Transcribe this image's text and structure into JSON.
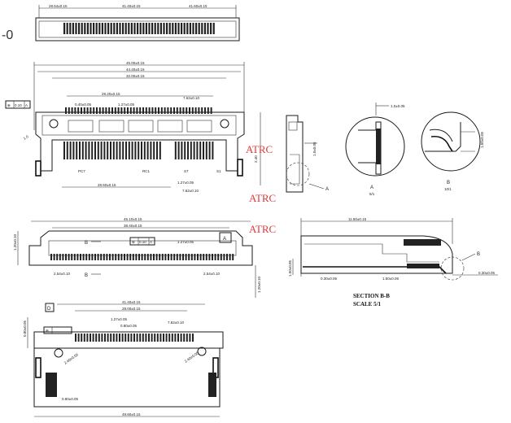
{
  "page_fragment": "-0",
  "views": {
    "top_view": {
      "dims": [
        "41.40±0.15",
        "28.54±0.15",
        "41.60±0.15"
      ]
    },
    "front_view": {
      "dims_top": [
        "45.00±0.15",
        "44.40±0.15",
        "32.00±0.15"
      ],
      "dims_inner": [
        "29.20±0.15",
        "0.40±0.05",
        "1.27±0.05",
        "7.62±0.10"
      ],
      "datum_label": "A",
      "datum_box": "0.10",
      "pin_labels": [
        "PC7",
        "RC1",
        "S7",
        "S1"
      ],
      "dims_bottom": [
        "28.50±0.15",
        "1.27±0.05",
        "7.62±0.10"
      ],
      "right_dim": "2.40",
      "left_dim": "1.0"
    },
    "side_view": {
      "dim_top": "1.0±0.05",
      "detail_label": "A"
    },
    "detail_a": {
      "label": "A",
      "scale": "5/1"
    },
    "detail_b": {
      "label": "B",
      "scale": "10/1"
    },
    "middle_view": {
      "dims": [
        "45.10±0.15",
        "38.40±0.15",
        "1.27±0.05",
        "2.54±0.10",
        "1.20±0.10"
      ],
      "section_marks": [
        "B",
        "B"
      ],
      "datum_label": "A",
      "datum_box": "0.10"
    },
    "section_view": {
      "dims": [
        "11.50±0.15",
        "0.30±0.05",
        "1.50±0.05"
      ],
      "detail_label": "B",
      "title": "SECTION B-B",
      "scale": "SCALE 5/1"
    },
    "bottom_view": {
      "datum_label": "D",
      "dims": [
        "41.40±0.15",
        "28.00±0.15",
        "1.27±0.05",
        "0.80±0.05",
        "7.62±0.10",
        "2.40±0.05",
        "49.60±0.15"
      ]
    }
  },
  "watermarks": [
    "ATRC",
    "ATRC",
    "ATRC"
  ],
  "colors": {
    "line": "#1a1a1a",
    "watermark": "#e03a3a",
    "background": "#ffffff"
  }
}
